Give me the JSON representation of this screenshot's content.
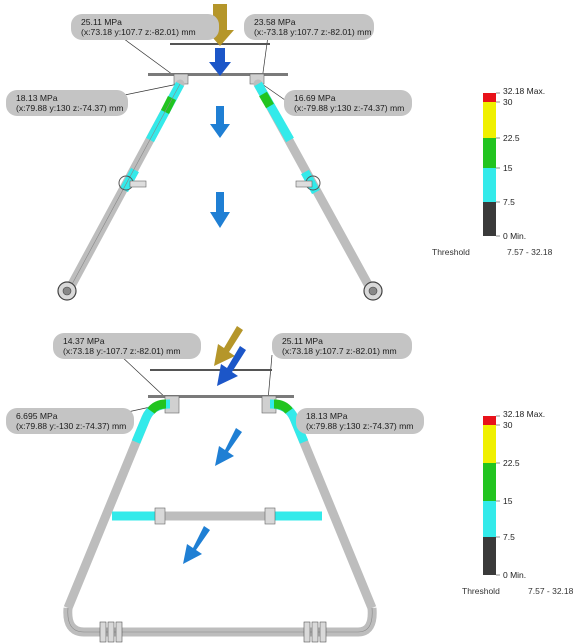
{
  "colors": {
    "max_red": "#e8121a",
    "yellow": "#f0f000",
    "green": "#22c41f",
    "cyan": "#33eaea",
    "gray_scale": "#3a3a3a",
    "pipe_gray": "#c8c8c8",
    "callout_bg": "#c4c4c4",
    "load_arrow_gold": "#b5962a",
    "load_arrow_blue": "#1c56c8",
    "accel_arrow_blue": "#1f7fd4"
  },
  "top_model": {
    "callouts": [
      {
        "stress": "25.11 MPa",
        "coords": "(x:73.18 y:107.7 z:-82.01) mm"
      },
      {
        "stress": "23.58 MPa",
        "coords": "(x:-73.18 y:107.7 z:-82.01) mm"
      },
      {
        "stress": "18.13 MPa",
        "coords": "(x:79.88 y:130 z:-74.37) mm"
      },
      {
        "stress": "16.69 MPa",
        "coords": "(x:-79.88 y:130 z:-74.37) mm"
      }
    ],
    "legend": {
      "max_label": "32.18 Max.",
      "ticks": [
        "30",
        "22.5",
        "15",
        "7.5"
      ],
      "min_label": "0 Min.",
      "threshold_label": "Threshold",
      "threshold_value": "7.57 - 32.18"
    }
  },
  "bottom_model": {
    "callouts": [
      {
        "stress": "14.37 MPa",
        "coords": "(x:73.18 y:-107.7 z:-82.01) mm"
      },
      {
        "stress": "25.11 MPa",
        "coords": "(x:73.18 y:107.7 z:-82.01) mm"
      },
      {
        "stress": "6.695 MPa",
        "coords": "(x:79.88 y:-130 z:-74.37) mm"
      },
      {
        "stress": "18.13 MPa",
        "coords": "(x:79.88 y:130 z:-74.37) mm"
      }
    ],
    "legend": {
      "max_label": "32.18 Max.",
      "ticks": [
        "30",
        "22.5",
        "15",
        "7.5"
      ],
      "min_label": "0 Min.",
      "threshold_label": "Threshold",
      "threshold_value": "7.57 - 32.18"
    }
  }
}
